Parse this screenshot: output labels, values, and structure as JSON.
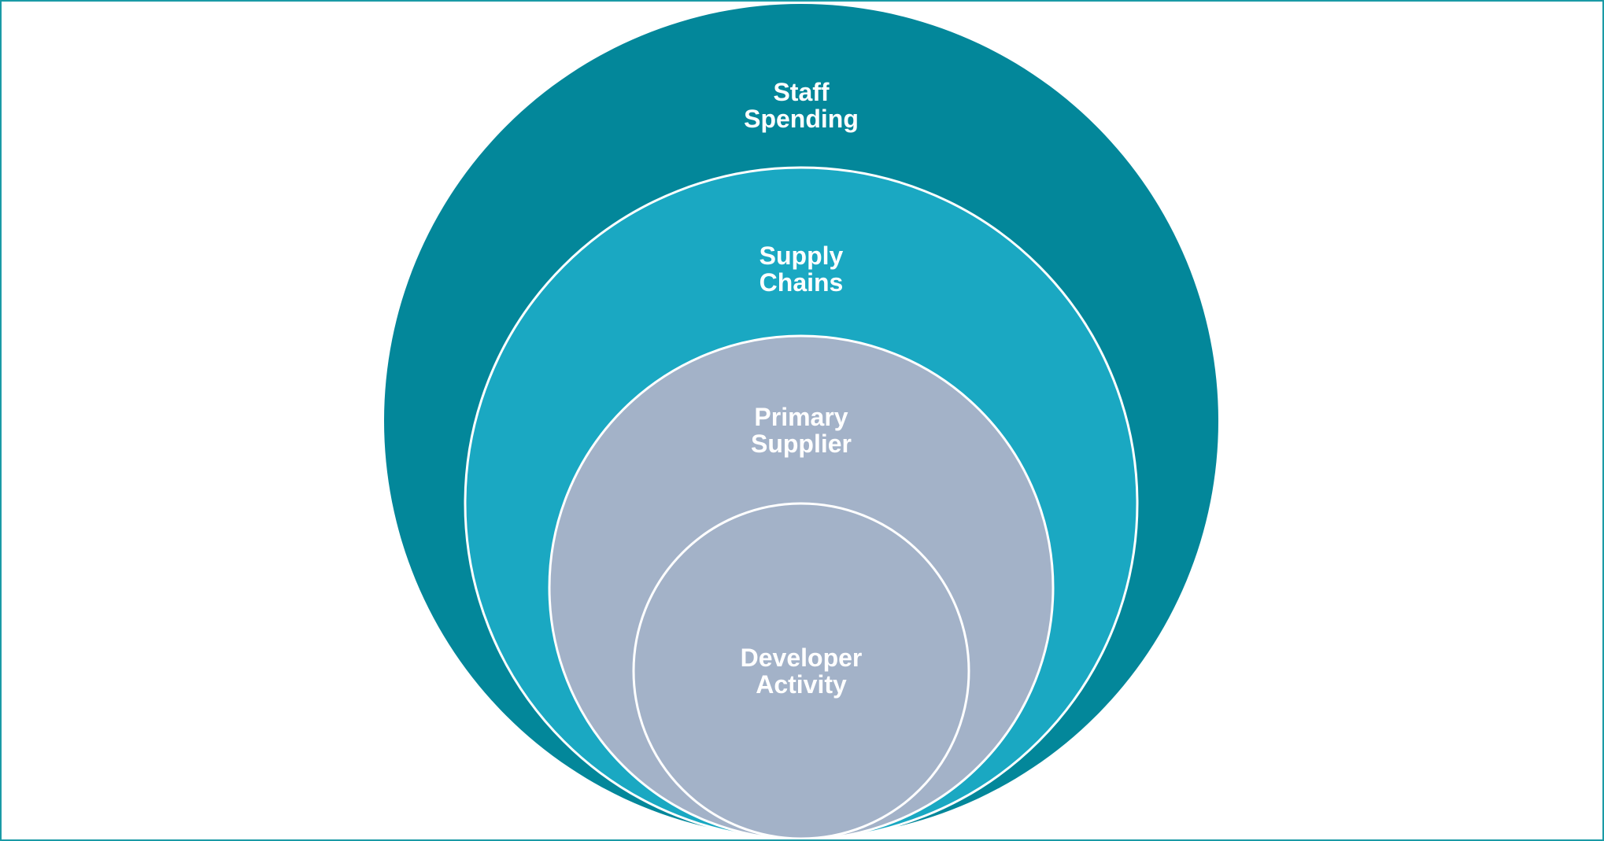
{
  "diagram": {
    "rings": [
      {
        "id": "outer",
        "label_lines": [
          "Staff",
          "Spending"
        ],
        "color": "#03879a"
      },
      {
        "id": "second",
        "label_lines": [
          "Supply",
          "Chains"
        ],
        "color": "#1aa8c2"
      },
      {
        "id": "third",
        "label_lines": [
          "Primary",
          "Supplier"
        ],
        "color": "#a3b2c8"
      },
      {
        "id": "inner",
        "label_lines": [
          "Developer",
          "Activity"
        ],
        "color": "#a3b2c8"
      }
    ],
    "border_color": "#1a9aa6",
    "ring_stroke_color": "#ffffff"
  }
}
